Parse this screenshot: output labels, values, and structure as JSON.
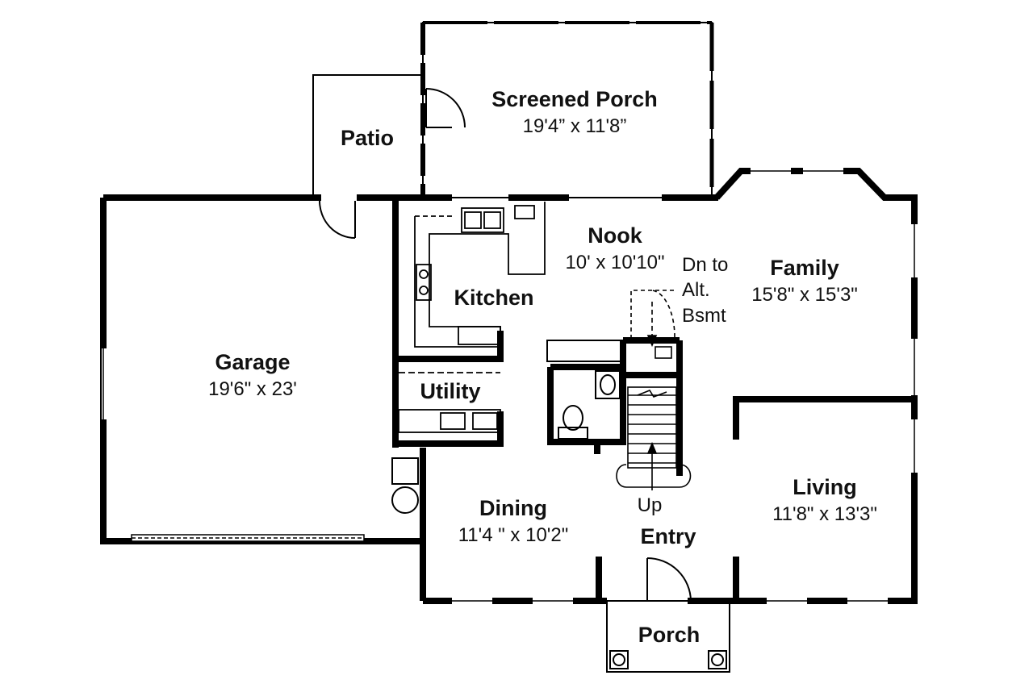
{
  "floor_plan": {
    "rooms": {
      "screened_porch": {
        "name": "Screened Porch",
        "dims": "19'4” x 11'8”"
      },
      "patio": {
        "name": "Patio"
      },
      "garage": {
        "name": "Garage",
        "dims": "19'6\" x 23'"
      },
      "nook": {
        "name": "Nook",
        "dims": "10' x 10'10\""
      },
      "kitchen": {
        "name": "Kitchen"
      },
      "family": {
        "name": "Family",
        "dims": "15'8\" x 15'3\""
      },
      "utility": {
        "name": "Utility"
      },
      "dining": {
        "name": "Dining",
        "dims": "11'4 \" x 10'2\""
      },
      "entry": {
        "name": "Entry"
      },
      "living": {
        "name": "Living",
        "dims": "11'8\" x 13'3\""
      },
      "porch": {
        "name": "Porch"
      }
    },
    "stair_labels": {
      "down_line1": "Dn to",
      "down_line2": "Alt.",
      "down_line3": "Bsmt",
      "up": "Up"
    },
    "colors": {
      "wall": "#000000",
      "background": "#ffffff",
      "fixture": "#222222"
    }
  }
}
